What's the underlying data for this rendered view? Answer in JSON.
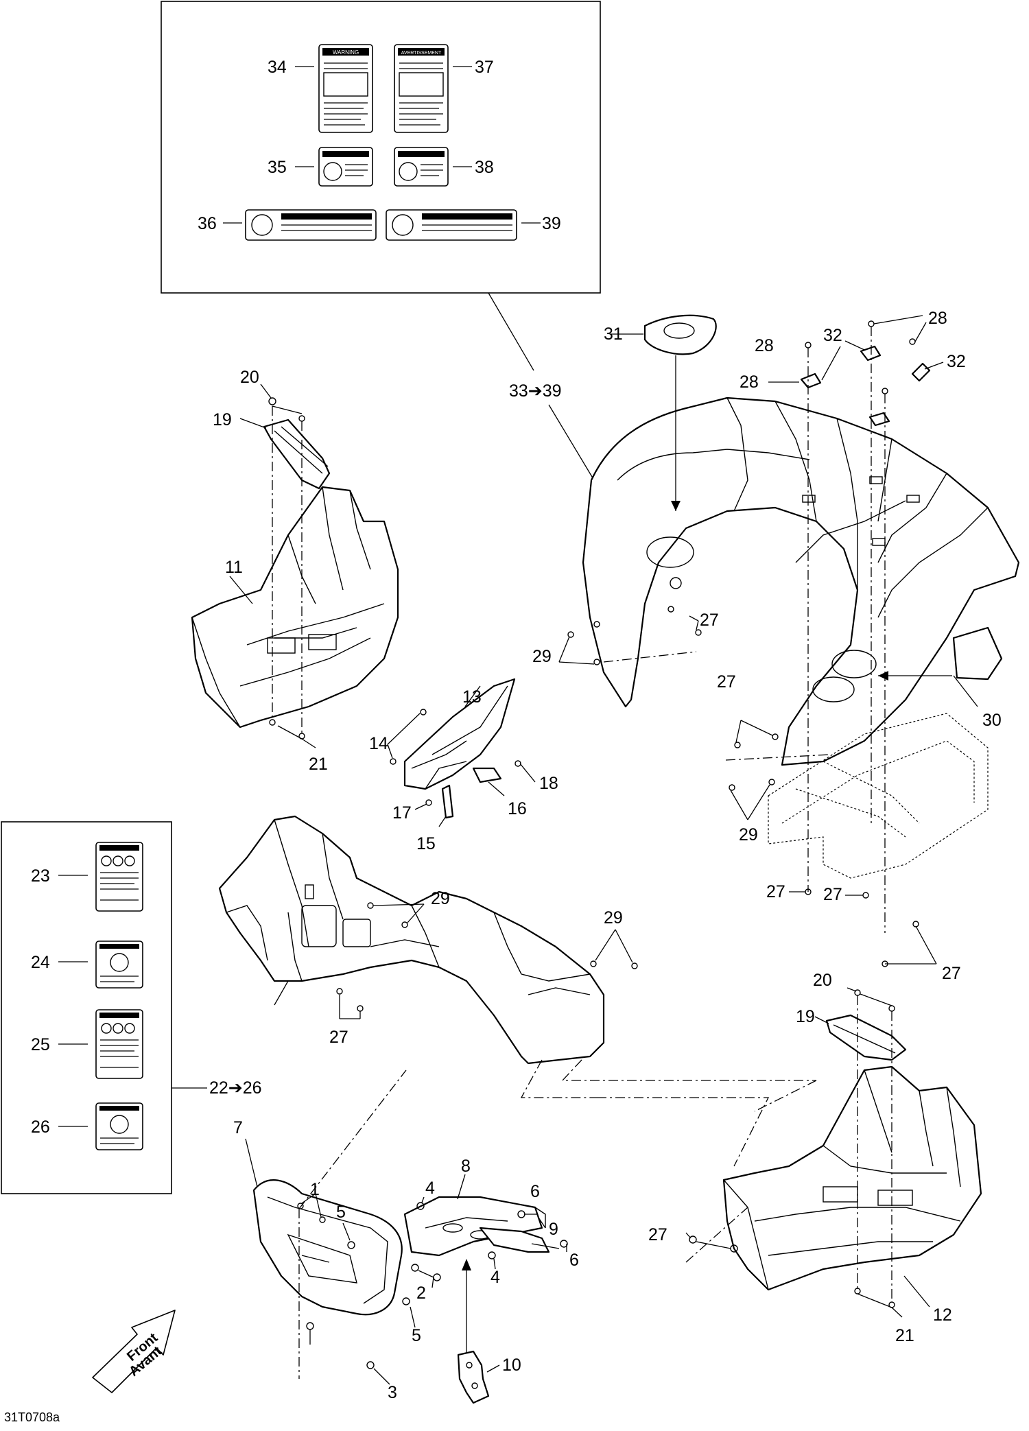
{
  "diagram": {
    "drawing_code": "31T0708a",
    "front_arrow": {
      "line1": "Front",
      "line2": "Avant"
    },
    "callouts": [
      {
        "id": "c1",
        "text": "1"
      },
      {
        "id": "c2",
        "text": "2"
      },
      {
        "id": "c3",
        "text": "3"
      },
      {
        "id": "c4a",
        "text": "4"
      },
      {
        "id": "c4b",
        "text": "4"
      },
      {
        "id": "c5a",
        "text": "5"
      },
      {
        "id": "c5b",
        "text": "5"
      },
      {
        "id": "c6a",
        "text": "6"
      },
      {
        "id": "c6b",
        "text": "6"
      },
      {
        "id": "c7",
        "text": "7"
      },
      {
        "id": "c8",
        "text": "8"
      },
      {
        "id": "c9",
        "text": "9"
      },
      {
        "id": "c10",
        "text": "10"
      },
      {
        "id": "c11",
        "text": "11"
      },
      {
        "id": "c12",
        "text": "12"
      },
      {
        "id": "c13",
        "text": "13"
      },
      {
        "id": "c14",
        "text": "14"
      },
      {
        "id": "c15",
        "text": "15"
      },
      {
        "id": "c16",
        "text": "16"
      },
      {
        "id": "c17",
        "text": "17"
      },
      {
        "id": "c18",
        "text": "18"
      },
      {
        "id": "c19a",
        "text": "19"
      },
      {
        "id": "c19b",
        "text": "19"
      },
      {
        "id": "c20a",
        "text": "20"
      },
      {
        "id": "c20b",
        "text": "20"
      },
      {
        "id": "c21a",
        "text": "21"
      },
      {
        "id": "c21b",
        "text": "21"
      },
      {
        "id": "c22",
        "text": "22➔26"
      },
      {
        "id": "c23",
        "text": "23"
      },
      {
        "id": "c24",
        "text": "24"
      },
      {
        "id": "c25",
        "text": "25"
      },
      {
        "id": "c26",
        "text": "26"
      },
      {
        "id": "c27a",
        "text": "27"
      },
      {
        "id": "c27b",
        "text": "27"
      },
      {
        "id": "c27c",
        "text": "27"
      },
      {
        "id": "c27d",
        "text": "27"
      },
      {
        "id": "c27e",
        "text": "27"
      },
      {
        "id": "c27f",
        "text": "27"
      },
      {
        "id": "c27g",
        "text": "27"
      },
      {
        "id": "c28a",
        "text": "28"
      },
      {
        "id": "c28b",
        "text": "28"
      },
      {
        "id": "c28c",
        "text": "28"
      },
      {
        "id": "c29a",
        "text": "29"
      },
      {
        "id": "c29b",
        "text": "29"
      },
      {
        "id": "c29c",
        "text": "29"
      },
      {
        "id": "c29d",
        "text": "29"
      },
      {
        "id": "c30",
        "text": "30"
      },
      {
        "id": "c31",
        "text": "31"
      },
      {
        "id": "c32a",
        "text": "32"
      },
      {
        "id": "c32b",
        "text": "32"
      },
      {
        "id": "c33",
        "text": "33➔39"
      },
      {
        "id": "c34",
        "text": "34"
      },
      {
        "id": "c35",
        "text": "35"
      },
      {
        "id": "c36",
        "text": "36"
      },
      {
        "id": "c37",
        "text": "37"
      },
      {
        "id": "c38",
        "text": "38"
      },
      {
        "id": "c39",
        "text": "39"
      }
    ],
    "label_headers": {
      "warning": "WARNING",
      "avertissement": "AVERTISSEMENT"
    }
  }
}
